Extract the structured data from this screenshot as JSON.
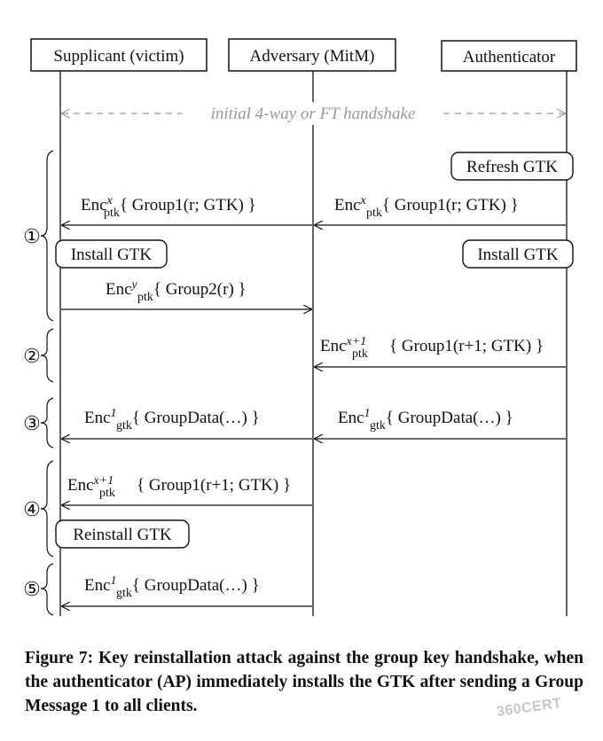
{
  "actors": [
    {
      "label": "Supplicant (victim)"
    },
    {
      "label": "Adversary (MitM)"
    },
    {
      "label": "Authenticator"
    }
  ],
  "initial_handshake": "initial 4-way or FT handshake",
  "stages": [
    {
      "marker": "①",
      "actions_right": [
        "Refresh GTK"
      ],
      "install_left": "Install GTK",
      "install_right": "Install GTK"
    },
    {
      "marker": "②"
    },
    {
      "marker": "③"
    },
    {
      "marker": "④",
      "install_left": "Reinstall GTK"
    },
    {
      "marker": "⑤"
    }
  ],
  "messages": [
    {
      "id": "m1a",
      "base": "Enc",
      "sup": "x",
      "sub": "ptk",
      "body": "{ Group1(r; GTK) }",
      "from": "adversary",
      "to": "supplicant"
    },
    {
      "id": "m1b",
      "base": "Enc",
      "sup": "x",
      "sub": "ptk",
      "body": "{ Group1(r; GTK) }",
      "from": "authenticator",
      "to": "adversary"
    },
    {
      "id": "m2",
      "base": "Enc",
      "sup": "y",
      "sub": "ptk",
      "body": "{ Group2(r) }",
      "from": "supplicant",
      "to": "adversary"
    },
    {
      "id": "m3",
      "base": "Enc",
      "sup": "x+1",
      "sub": "ptk",
      "body": "{ Group1(r+1; GTK) }",
      "from": "authenticator",
      "to": "adversary"
    },
    {
      "id": "m4a",
      "base": "Enc",
      "sup": "1",
      "sub": "gtk",
      "body": "{ GroupData(…) }",
      "from": "adversary",
      "to": "supplicant"
    },
    {
      "id": "m4b",
      "base": "Enc",
      "sup": "1",
      "sub": "gtk",
      "body": "{ GroupData(…) }",
      "from": "authenticator",
      "to": "adversary"
    },
    {
      "id": "m5",
      "base": "Enc",
      "sup": "x+1",
      "sub": "ptk",
      "body": "{ Group1(r+1; GTK) }",
      "from": "adversary",
      "to": "supplicant"
    },
    {
      "id": "m6",
      "base": "Enc",
      "sup": "1",
      "sub": "gtk",
      "body": "{ GroupData(…) }",
      "from": "adversary",
      "to": "supplicant"
    }
  ],
  "caption": "Figure 7: Key reinstallation attack against the group key handshake, when the authenticator (AP) immediately installs the GTK after sending a Group Message 1 to all clients.",
  "watermark": "360CERT"
}
